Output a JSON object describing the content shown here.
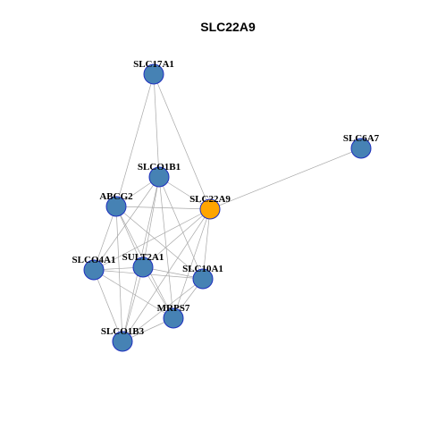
{
  "graph": {
    "title": "SLC22A9",
    "colors": {
      "node_fill": "#4682B4",
      "node_border": "#1E2FBE",
      "query_fill": "#FFA500",
      "query_border": "#1E2FBE",
      "edge": "#A8A8A8",
      "background": "#FFFFFF"
    },
    "nodes": [
      {
        "id": "SLC17A1",
        "label": "SLC17A1",
        "query": false
      },
      {
        "id": "SLC6A7",
        "label": "SLC6A7",
        "query": false
      },
      {
        "id": "SLCO1B1",
        "label": "SLCO1B1",
        "query": false
      },
      {
        "id": "ABCG2",
        "label": "ABCG2",
        "query": false
      },
      {
        "id": "SLC22A9",
        "label": "SLC22A9",
        "query": true
      },
      {
        "id": "SLCO4A1",
        "label": "SLCO4A1",
        "query": false
      },
      {
        "id": "SULT2A1",
        "label": "SULT2A1",
        "query": false
      },
      {
        "id": "SLC10A1",
        "label": "SLC10A1",
        "query": false
      },
      {
        "id": "MRPS7",
        "label": "MRPS7",
        "query": false
      },
      {
        "id": "SLCO1B3",
        "label": "SLCO1B3",
        "query": false
      }
    ],
    "edges": [
      [
        "SLC17A1",
        "ABCG2"
      ],
      [
        "SLC17A1",
        "SLCO1B1"
      ],
      [
        "SLC17A1",
        "SLC22A9"
      ],
      [
        "SLC6A7",
        "SLC22A9"
      ],
      [
        "SLCO1B1",
        "ABCG2"
      ],
      [
        "SLCO1B1",
        "SLC22A9"
      ],
      [
        "SLCO1B1",
        "SLCO4A1"
      ],
      [
        "SLCO1B1",
        "SULT2A1"
      ],
      [
        "SLCO1B1",
        "SLC10A1"
      ],
      [
        "SLCO1B1",
        "MRPS7"
      ],
      [
        "SLCO1B1",
        "SLCO1B3"
      ],
      [
        "ABCG2",
        "SLC22A9"
      ],
      [
        "ABCG2",
        "SLCO4A1"
      ],
      [
        "ABCG2",
        "SULT2A1"
      ],
      [
        "ABCG2",
        "SLC10A1"
      ],
      [
        "ABCG2",
        "MRPS7"
      ],
      [
        "ABCG2",
        "SLCO1B3"
      ],
      [
        "SLC22A9",
        "SLCO4A1"
      ],
      [
        "SLC22A9",
        "SULT2A1"
      ],
      [
        "SLC22A9",
        "SLC10A1"
      ],
      [
        "SLC22A9",
        "MRPS7"
      ],
      [
        "SLC22A9",
        "SLCO1B3"
      ],
      [
        "SLCO4A1",
        "SULT2A1"
      ],
      [
        "SLCO4A1",
        "SLC10A1"
      ],
      [
        "SLCO4A1",
        "MRPS7"
      ],
      [
        "SLCO4A1",
        "SLCO1B3"
      ],
      [
        "SULT2A1",
        "SLC10A1"
      ],
      [
        "SULT2A1",
        "MRPS7"
      ],
      [
        "SULT2A1",
        "SLCO1B3"
      ],
      [
        "SLC10A1",
        "MRPS7"
      ],
      [
        "SLC10A1",
        "SLCO1B3"
      ],
      [
        "MRPS7",
        "SLCO1B3"
      ]
    ]
  }
}
